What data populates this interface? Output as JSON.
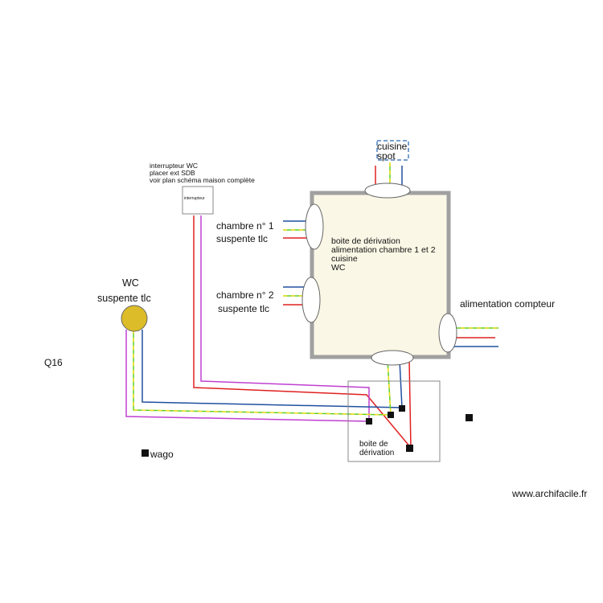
{
  "labels": {
    "cuisine_spot_line1": "cuisine",
    "cuisine_spot_line2": "spot",
    "interrupteur_note_line1": "interrupteur WC",
    "interrupteur_note_line2": "placer ext SDB",
    "interrupteur_note_line3": "voir plan schéma maison complète",
    "interrupteur_box": "interrupteur",
    "chambre1_line1": "chambre n° 1",
    "chambre1_line2": "suspente tlc",
    "chambre2_line1": "chambre n° 2",
    "chambre2_line2": "suspente tlc",
    "main_box_line1": "boite de dérivation",
    "main_box_line2": "alimentation chambre 1 et 2",
    "main_box_line3": "cuisine",
    "main_box_line4": "WC",
    "wc_line1": "WC",
    "wc_line2": "suspente tlc",
    "alimentation": "alimentation compteur",
    "q16": "Q16",
    "small_box_line1": "boite de",
    "small_box_line2": "dérivation",
    "wago": "wago",
    "watermark": "www.archifacile.fr"
  },
  "colors": {
    "phase": "#e02020",
    "neutral": "#2050a0",
    "earth_green": "#60d020",
    "earth_yellow": "#f0e020",
    "switch_return": "#c040d0",
    "box_fill": "#fbf7e6",
    "box_border": "#a0a0a0",
    "wc_lamp": "#dcbc28"
  }
}
